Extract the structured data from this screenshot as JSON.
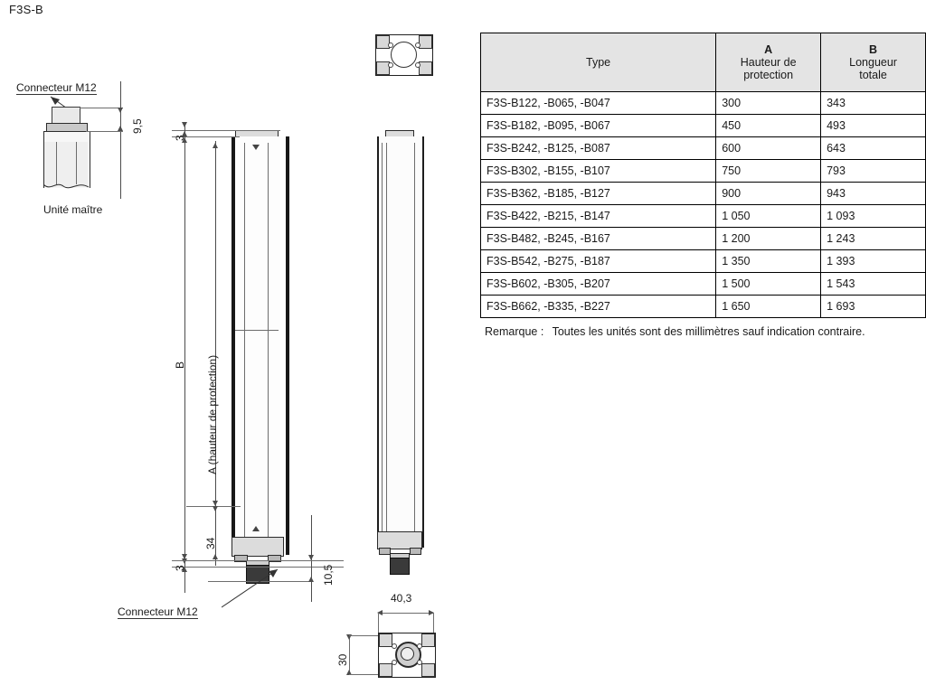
{
  "page": {
    "title": "F3S-B"
  },
  "diagram": {
    "labels": {
      "connector_top": "Connecteur M12",
      "connector_bottom": "Connecteur M12",
      "master_unit": "Unité maître",
      "dim_b": "B",
      "dim_a": "A (hauteur de protection)"
    },
    "dimensions": {
      "cable_height": "9,5",
      "top_gap": "3",
      "bottom_gap": "3",
      "bottom_offset": "34",
      "plug_length": "10,5",
      "section_width": "40,3",
      "section_height": "30"
    }
  },
  "table": {
    "headers": {
      "type": "Type",
      "a_letter": "A",
      "a_desc_line1": "Hauteur de",
      "a_desc_line2": "protection",
      "b_letter": "B",
      "b_desc_line1": "Longueur",
      "b_desc_line2": "totale"
    },
    "rows": [
      {
        "type": "F3S-B122, -B065, -B047",
        "a": "300",
        "b": "343"
      },
      {
        "type": "F3S-B182, -B095, -B067",
        "a": "450",
        "b": "493"
      },
      {
        "type": "F3S-B242, -B125, -B087",
        "a": "600",
        "b": "643"
      },
      {
        "type": "F3S-B302, -B155, -B107",
        "a": "750",
        "b": "793"
      },
      {
        "type": "F3S-B362, -B185, -B127",
        "a": "900",
        "b": "943"
      },
      {
        "type": "F3S-B422, -B215, -B147",
        "a": "1 050",
        "b": "1 093"
      },
      {
        "type": "F3S-B482, -B245, -B167",
        "a": "1 200",
        "b": "1 243"
      },
      {
        "type": "F3S-B542, -B275, -B187",
        "a": "1 350",
        "b": "1 393"
      },
      {
        "type": "F3S-B602, -B305, -B207",
        "a": "1 500",
        "b": "1 543"
      },
      {
        "type": "F3S-B662, -B335, -B227",
        "a": "1 650",
        "b": "1 693"
      }
    ],
    "note_label": "Remarque :",
    "note_text": "Toutes les unités sont des millimètres sauf indication contraire."
  },
  "colors": {
    "header_fill": "#e4e4e4",
    "line": "#4c4c4c",
    "body_outline": "#171717"
  }
}
